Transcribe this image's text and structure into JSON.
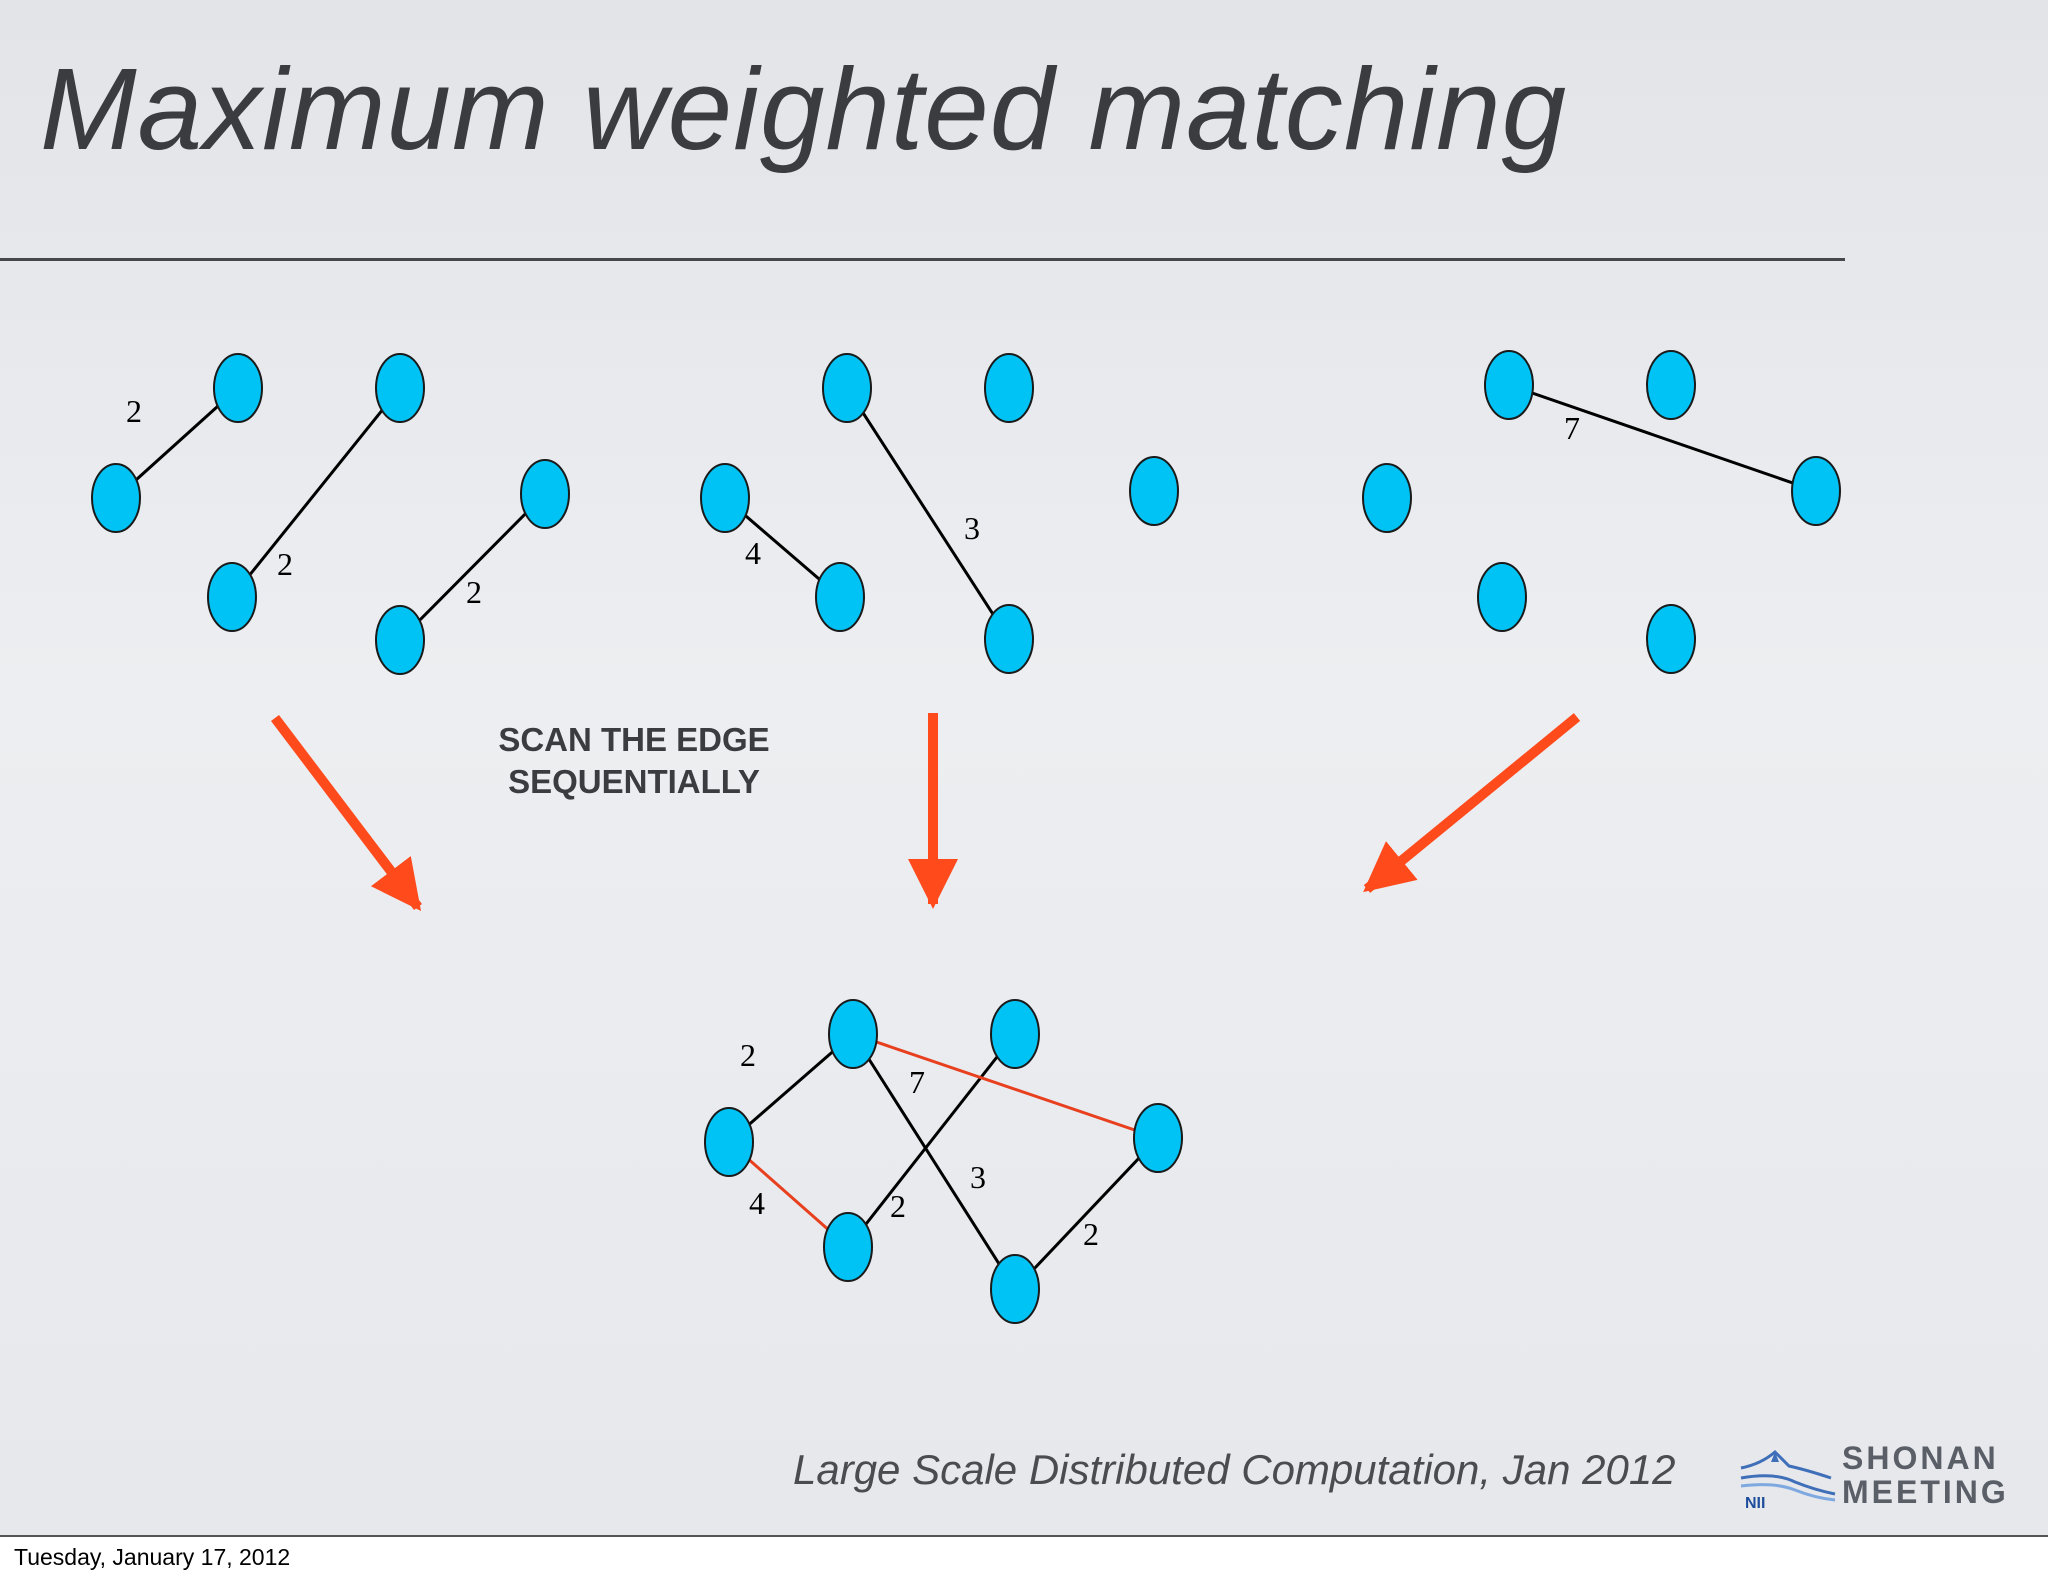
{
  "slide": {
    "title": "Maximum weighted matching",
    "caption_line1": "SCAN THE EDGE",
    "caption_line2": "SEQUENTIALLY",
    "footer": "Large Scale Distributed Computation, Jan 2012",
    "logo": {
      "abbr": "NII",
      "name_line1": "SHONAN",
      "name_line2": "MEETING"
    }
  },
  "graphs": {
    "left": {
      "weights": [
        "2",
        "2",
        "2"
      ]
    },
    "middle": {
      "weights": [
        "4",
        "3"
      ]
    },
    "right": {
      "weights": [
        "7"
      ]
    },
    "merged": {
      "weights": [
        "2",
        "7",
        "4",
        "2",
        "3",
        "2"
      ],
      "matched_weights": [
        "4",
        "7"
      ]
    }
  },
  "colors": {
    "node": "#00c3f5",
    "edge": "#000000",
    "matched_edge": "#e8401e",
    "arrow": "#ff4a1c"
  },
  "footer": {
    "date": "Tuesday, January 17, 2012"
  }
}
